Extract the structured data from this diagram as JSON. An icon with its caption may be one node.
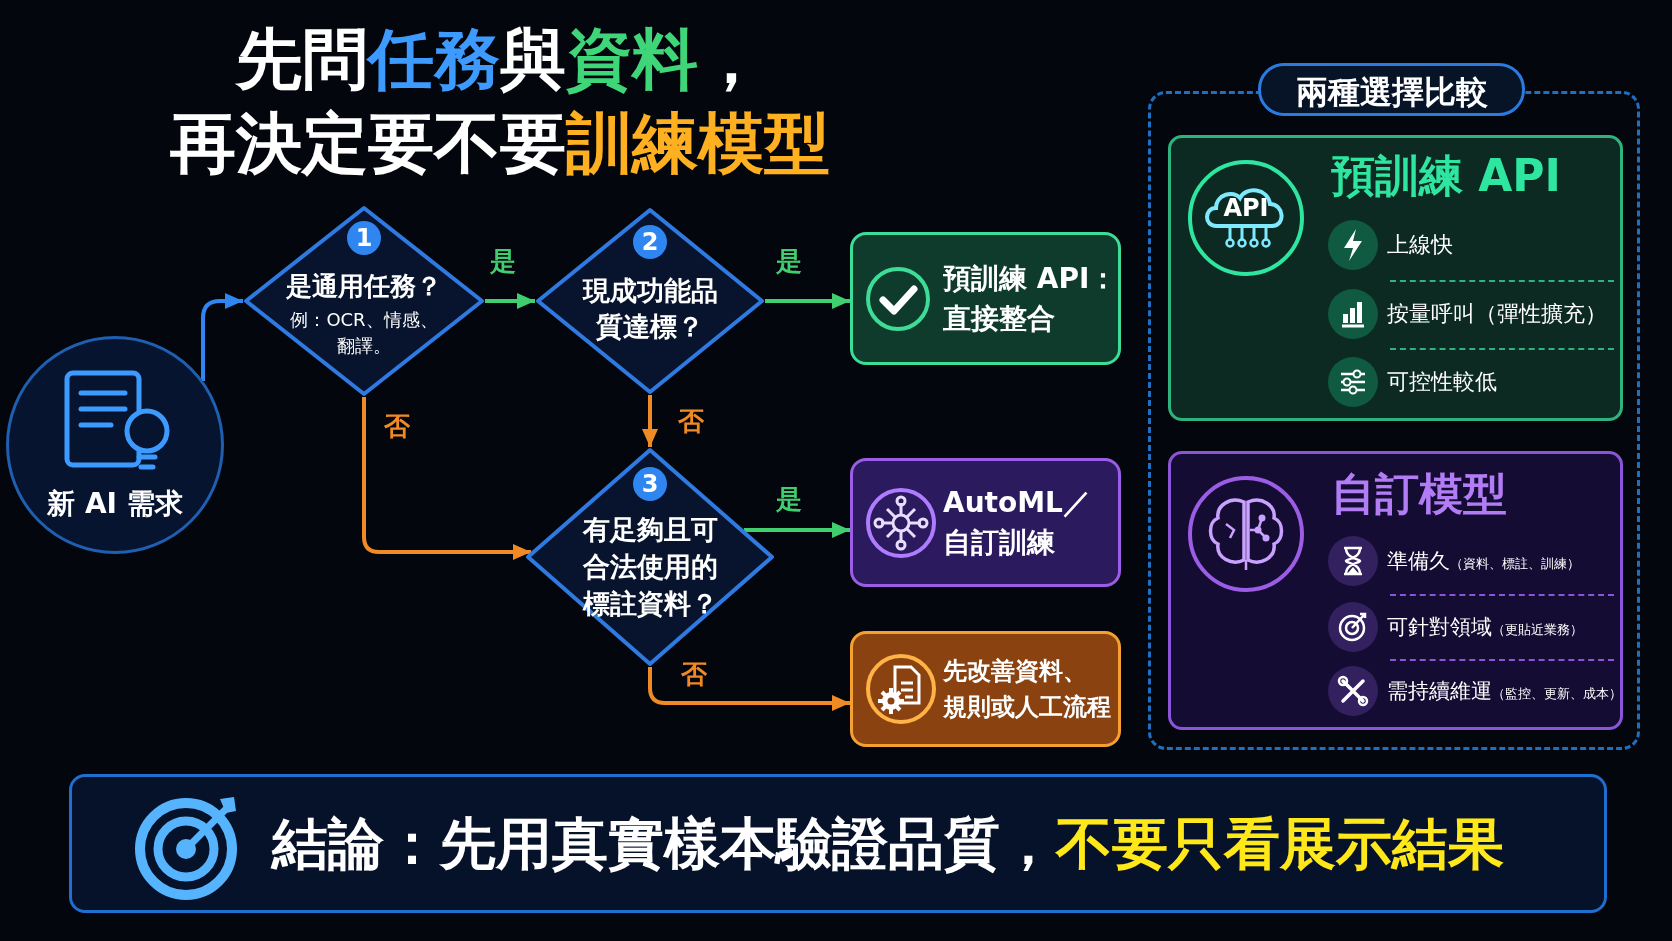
{
  "diagram": {
    "title": "先問**任務**與**資料**，再決定要不要**訓練模型**",
    "nodes": [
      {
        "text": [
          "新 AI 需求"
        ]
      },
      {
        "text": [
          "1",
          "是通用任務？",
          "例：OCR、情感、翻譯。"
        ]
      },
      {
        "text": [
          "2",
          "現成功能品質達標？"
        ]
      },
      {
        "text": [
          "3",
          "有足夠且可合法使用的標註資料？"
        ]
      },
      {
        "text": [
          "預訓練 API：直接整合"
        ]
      },
      {
        "text": [
          "AutoML／自訂訓練"
        ]
      },
      {
        "text": [
          "先改善資料、規則或人工流程"
        ]
      },
      {
        "text": [
          "兩種選擇比較"
        ]
      },
      {
        "text": [
          "預訓練 API",
          "上線快",
          "按量呼叫（彈性擴充）",
          "可控性較低"
        ],
        "in": 7
      },
      {
        "text": [
          "自訂模型",
          "準備久（資料、標註、訓練）",
          "可針對領域（更貼近業務）",
          "需持續維運（監控、更新、成本）"
        ],
        "in": 7
      },
      {
        "text": [
          "結論：先用真實樣本驗證品質，",
          "不要只看展示結果"
        ]
      }
    ],
    "edges": [
      {
        "from": 0,
        "to": 1,
        "arrow": "to",
        "color": "#2f86f0"
      },
      {
        "from": 1,
        "to": 2,
        "arrow": "to",
        "label": "是",
        "color": "#3fcf6f"
      },
      {
        "from": 2,
        "to": 4,
        "arrow": "to",
        "label": "是",
        "color": "#3fcf6f"
      },
      {
        "from": 1,
        "to": 3,
        "arrow": "to",
        "label": "否",
        "color": "#f08a24"
      },
      {
        "from": 2,
        "to": 3,
        "arrow": "to",
        "label": "否",
        "color": "#f08a24"
      },
      {
        "from": 3,
        "to": 5,
        "arrow": "to",
        "label": "是",
        "color": "#3fcf6f"
      },
      {
        "from": 3,
        "to": 6,
        "arrow": "to",
        "label": "否",
        "color": "#f08a24"
      }
    ],
    "labels": [
      "API"
    ]
  }
}
